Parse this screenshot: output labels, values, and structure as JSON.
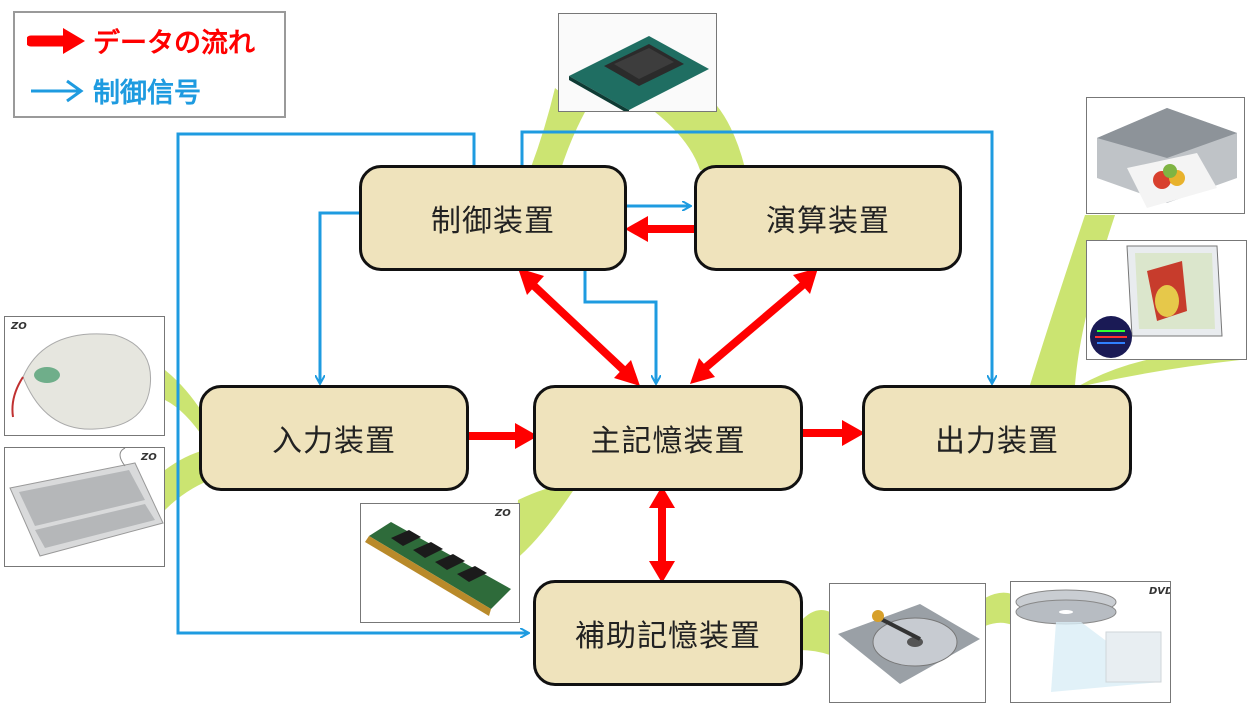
{
  "legend": {
    "data_flow_label": "データの流れ",
    "control_signal_label": "制御信号",
    "data_flow_color": "#ff0000",
    "control_signal_color": "#1e9be0"
  },
  "nodes": {
    "control_unit": "制御装置",
    "arithmetic_unit": "演算装置",
    "input_device": "入力装置",
    "main_memory": "主記憶装置",
    "output_device": "出力装置",
    "auxiliary_memory": "補助記憶装置"
  },
  "photos": {
    "cpu": "cpu-chip-photo",
    "printer": "printer-photo",
    "monitor": "lcd-monitor-photo",
    "mouse": "mouse-photo",
    "keyboard": "keyboard-photo",
    "ram": "memory-module-photo",
    "hdd": "hard-disk-photo",
    "dvd": "dvd-disc-photo",
    "dvd_label": "DVD"
  },
  "connector_color": "#c9e36a",
  "box_fill": "#efe3bc"
}
